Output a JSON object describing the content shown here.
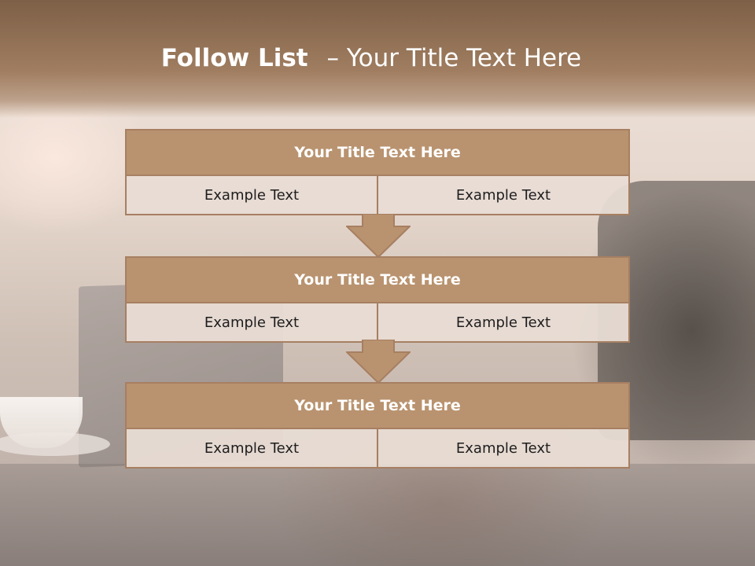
{
  "slide": {
    "title_bold": "Follow List",
    "title_rest": "– Your Title Text Here"
  },
  "steps": [
    {
      "title": "Your Title Text Here",
      "left": "Example Text",
      "right": "Example Text"
    },
    {
      "title": "Your Title Text Here",
      "left": "Example Text",
      "right": "Example Text"
    },
    {
      "title": "Your Title Text Here",
      "left": "Example Text",
      "right": "Example Text"
    }
  ],
  "colors": {
    "header": "#8d6c50",
    "block_title": "#b9936f",
    "block_border": "#a77f62",
    "cell_bg": "#e8dcd4"
  },
  "icons": [
    "down-arrow-icon",
    "down-arrow-icon"
  ]
}
